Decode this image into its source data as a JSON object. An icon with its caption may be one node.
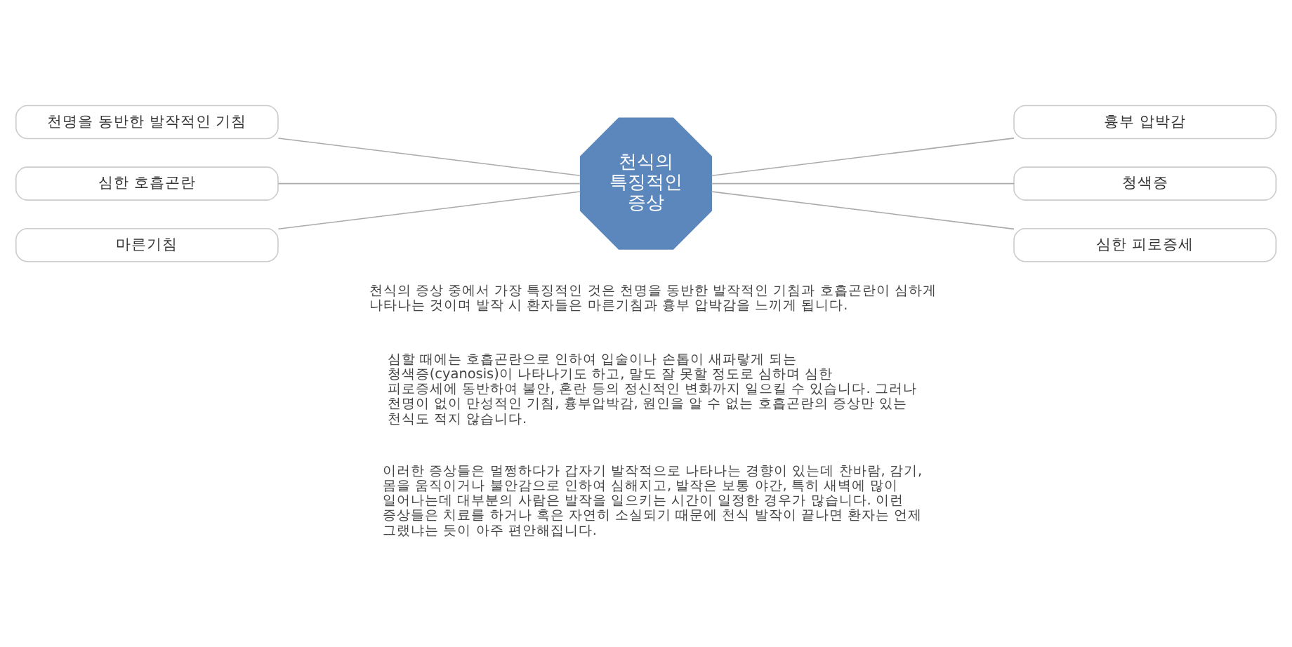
{
  "diagram": {
    "nodes": [
      {
        "text": [
          "천식의 특징적인 증상"
        ]
      },
      {
        "text": [
          "천명을 동반한 발작적인 기침"
        ]
      },
      {
        "text": [
          "심한 호흡곤란"
        ]
      },
      {
        "text": [
          "마른기침"
        ]
      },
      {
        "text": [
          "흉부 압박감"
        ]
      },
      {
        "text": [
          "청색증"
        ]
      },
      {
        "text": [
          "심한 피로증세"
        ]
      }
    ],
    "edges": [
      {
        "from": 1,
        "to": 0,
        "arrow": "none"
      },
      {
        "from": 2,
        "to": 0,
        "arrow": "none"
      },
      {
        "from": 3,
        "to": 0,
        "arrow": "none"
      },
      {
        "from": 0,
        "to": 4,
        "arrow": "none"
      },
      {
        "from": 0,
        "to": 5,
        "arrow": "none"
      },
      {
        "from": 0,
        "to": 6,
        "arrow": "none"
      }
    ],
    "labels": [
      "천식의 증상 중에서 가장 특징적인 것은 천명을 동반한 발작적인 기침과 호흡곤란이 심하게 나타나는 것이며 발작 시 환자들은 마른기침과 흉부 압박감을 느끼게 됩니다.",
      "심할 때에는 호흡곤란으로 인하여 입술이나 손톱이 새파랗게 되는 청색증(cyanosis)이 나타나기도 하고, 말도 잘 못할 정도로 심하며 심한 피로증세에 동반하여 불안, 혼란 등의 정신적인 변화까지 일으킬 수 있습니다. 그러나 천명이 없이 만성적인 기침, 흉부압박감, 원인을 알 수 없는 호흡곤란의 증상만 있는 천식도 적지 않습니다.",
      "이러한 증상들은 멀쩡하다가 갑자기 발작적으로 나타나는 경향이 있는데 찬바람, 감기, 몸을 움직이거나 불안감으로 인하여 심해지고, 발작은 보통 야간, 특히 새벽에 많이 일어나는데 대부분의 사람은 발작을 일으키는 시간이 일정한 경우가 많습니다. 이런 증상들은 치료를 하거나 혹은 자연히 소실되기 때문에 천식 발작이 끝나면 환자는 언제 그랬냐는 듯이 아주 편안해집니다."
    ]
  }
}
